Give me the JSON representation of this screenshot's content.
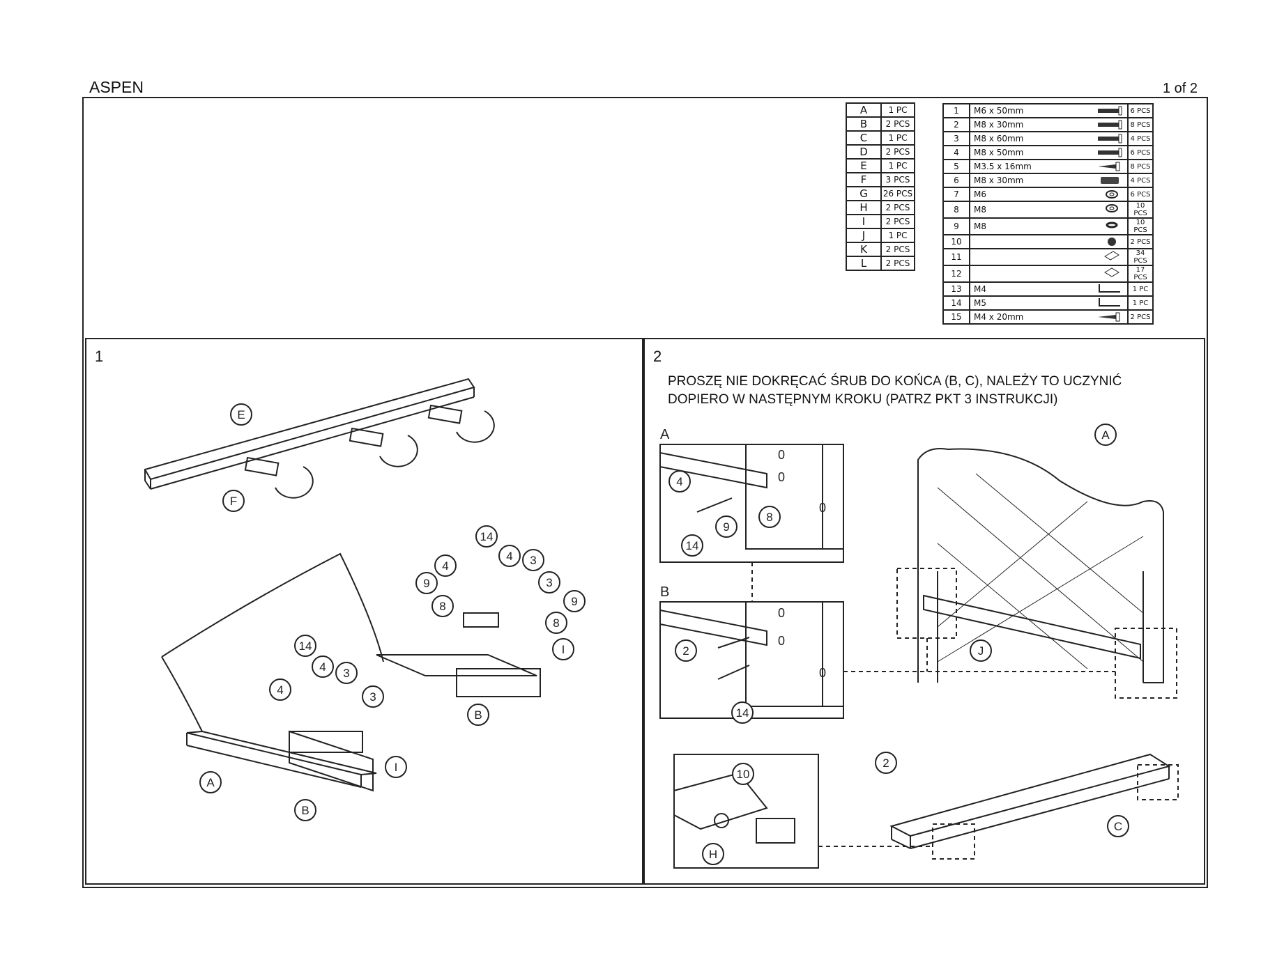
{
  "header": {
    "title": "ASPEN",
    "page": "1 of 2"
  },
  "panels_list": [
    {
      "letter": "A",
      "qty": "1 PC"
    },
    {
      "letter": "B",
      "qty": "2 PCS"
    },
    {
      "letter": "C",
      "qty": "1 PC"
    },
    {
      "letter": "D",
      "qty": "2 PCS"
    },
    {
      "letter": "E",
      "qty": "1 PC"
    },
    {
      "letter": "F",
      "qty": "3 PCS"
    },
    {
      "letter": "G",
      "qty": "26 PCS"
    },
    {
      "letter": "H",
      "qty": "2 PCS"
    },
    {
      "letter": "I",
      "qty": "2 PCS"
    },
    {
      "letter": "J",
      "qty": "1 PC"
    },
    {
      "letter": "K",
      "qty": "2 PCS"
    },
    {
      "letter": "L",
      "qty": "2 PCS"
    }
  ],
  "hardware_list": [
    {
      "num": "1",
      "size": "M6 x 50mm",
      "icon": "bolt-icon",
      "qty": "6 PCS"
    },
    {
      "num": "2",
      "size": "M8 x 30mm",
      "icon": "bolt-icon",
      "qty": "8 PCS"
    },
    {
      "num": "3",
      "size": "M8 x 60mm",
      "icon": "bolt-icon",
      "qty": "4 PCS"
    },
    {
      "num": "4",
      "size": "M8 x 50mm",
      "icon": "bolt-icon",
      "qty": "6 PCS"
    },
    {
      "num": "5",
      "size": "M3.5 x 16mm",
      "icon": "screw-icon",
      "qty": "8 PCS"
    },
    {
      "num": "6",
      "size": "M8 x 30mm",
      "icon": "dowel-icon",
      "qty": "4 PCS"
    },
    {
      "num": "7",
      "size": "M6",
      "icon": "washer-icon",
      "qty": "6 PCS"
    },
    {
      "num": "8",
      "size": "M8",
      "icon": "washer-icon",
      "qty": "10 PCS"
    },
    {
      "num": "9",
      "size": "M8",
      "icon": "spring-washer-icon",
      "qty": "10 PCS"
    },
    {
      "num": "10",
      "size": "",
      "icon": "star-washer-icon",
      "qty": "2 PCS"
    },
    {
      "num": "11",
      "size": "",
      "icon": "slat-holder-icon",
      "qty": "34 PCS"
    },
    {
      "num": "12",
      "size": "",
      "icon": "slat-cap-icon",
      "qty": "17 PCS"
    },
    {
      "num": "13",
      "size": "M4",
      "icon": "allen-key-icon",
      "qty": "1 PC"
    },
    {
      "num": "14",
      "size": "M5",
      "icon": "allen-key-icon",
      "qty": "1 PC"
    },
    {
      "num": "15",
      "size": "M4 x 20mm",
      "icon": "screw-icon",
      "qty": "2 PCS"
    }
  ],
  "step1": {
    "number": "1",
    "callouts": [
      "E",
      "F",
      "14",
      "4",
      "4",
      "3",
      "3",
      "9",
      "8",
      "9",
      "8",
      "I",
      "14",
      "4",
      "3",
      "4",
      "3",
      "I",
      "B",
      "A",
      "B"
    ]
  },
  "step2": {
    "number": "2",
    "note_line1": "PROSZĘ NIE DOKRĘCAĆ ŚRUB DO KOŃCA (B, C), NALEŻY TO UCZYNIĆ",
    "note_line2": "DOPIERO W NASTĘPNYM KROKU (PATRZ PKT 3 INSTRUKCJI)",
    "inset_a_label": "A",
    "inset_b_label": "B",
    "hole_mark": "0",
    "callouts": [
      "4",
      "9",
      "8",
      "14",
      "2",
      "14",
      "10",
      "H",
      "A",
      "J",
      "2",
      "C"
    ]
  }
}
